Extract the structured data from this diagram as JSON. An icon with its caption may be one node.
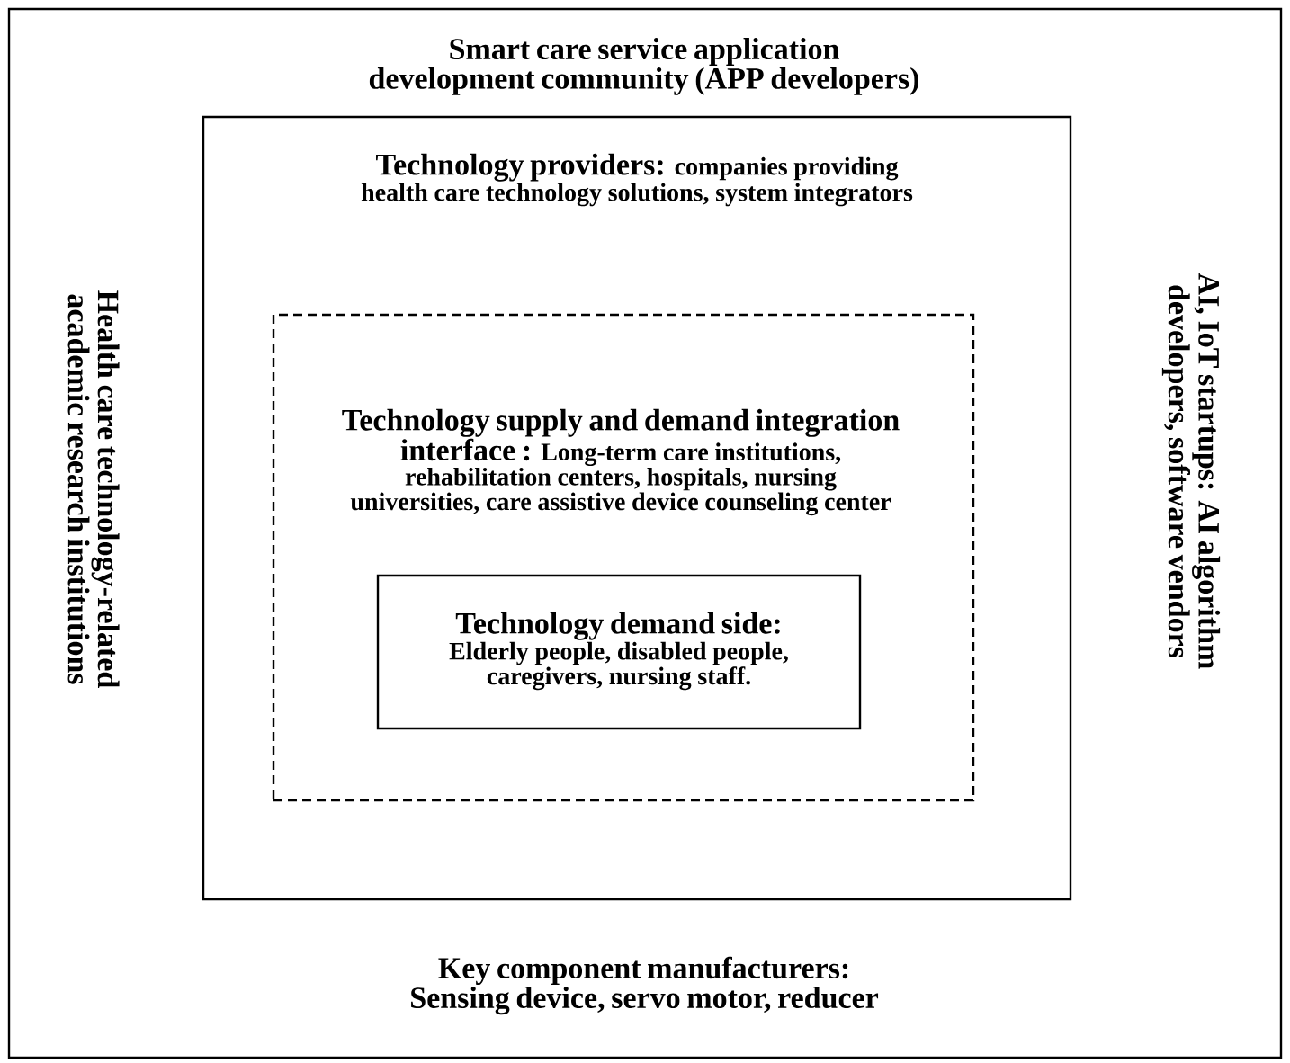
{
  "diagram": {
    "nodes": [
      {
        "text": [
          "Smart care service application development community (APP developers)",
          "Health care technology-related academic research institutions",
          "AI, IoT startups: AI algorithm developers, software vendors",
          "Key component manufacturers: Sensing device, servo motor, reducer"
        ]
      },
      {
        "text": [
          "Technology providers:",
          "companies providing health care technology solutions, system integrators"
        ],
        "in": 0
      },
      {
        "text": [
          "Technology supply and demand integration interface :",
          "Long-term care institutions, rehabilitation centers, hospitals, nursing universities, care assistive device counseling center"
        ],
        "in": 1
      },
      {
        "text": [
          "Technology demand side:",
          "Elderly people, disabled people, caregivers, nursing staff."
        ],
        "in": 2
      }
    ],
    "edges": []
  }
}
